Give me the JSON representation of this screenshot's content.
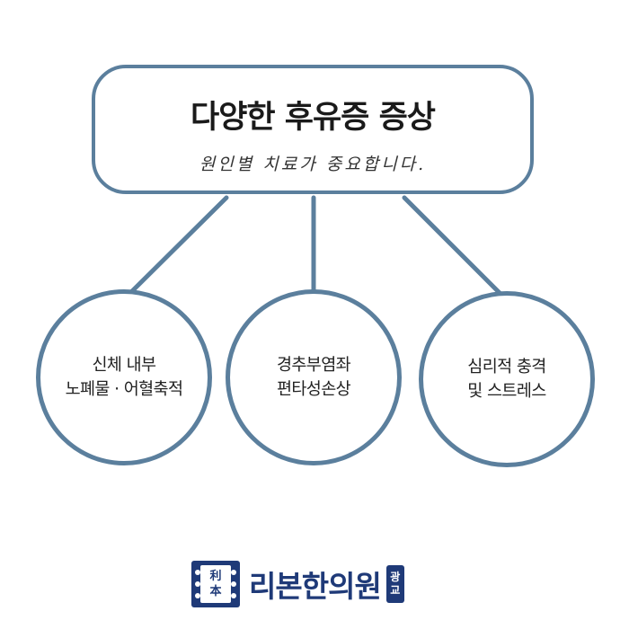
{
  "header": {
    "title": "다양한 후유증 증상",
    "subtitle": "원인별 치료가 중요합니다."
  },
  "symptoms": [
    {
      "lines": [
        "신체 내부",
        "노폐물 · 어혈축적"
      ]
    },
    {
      "lines": [
        "경추부염좌",
        "편타성손상"
      ]
    },
    {
      "lines": [
        "심리적 충격",
        "및 스트레스"
      ]
    }
  ],
  "logo": {
    "seal_chars": [
      "利",
      "本"
    ],
    "name": "리본한의원",
    "branch": [
      "광",
      "교"
    ]
  },
  "colors": {
    "border": "#5b7f9d",
    "brand": "#1f3a78"
  }
}
